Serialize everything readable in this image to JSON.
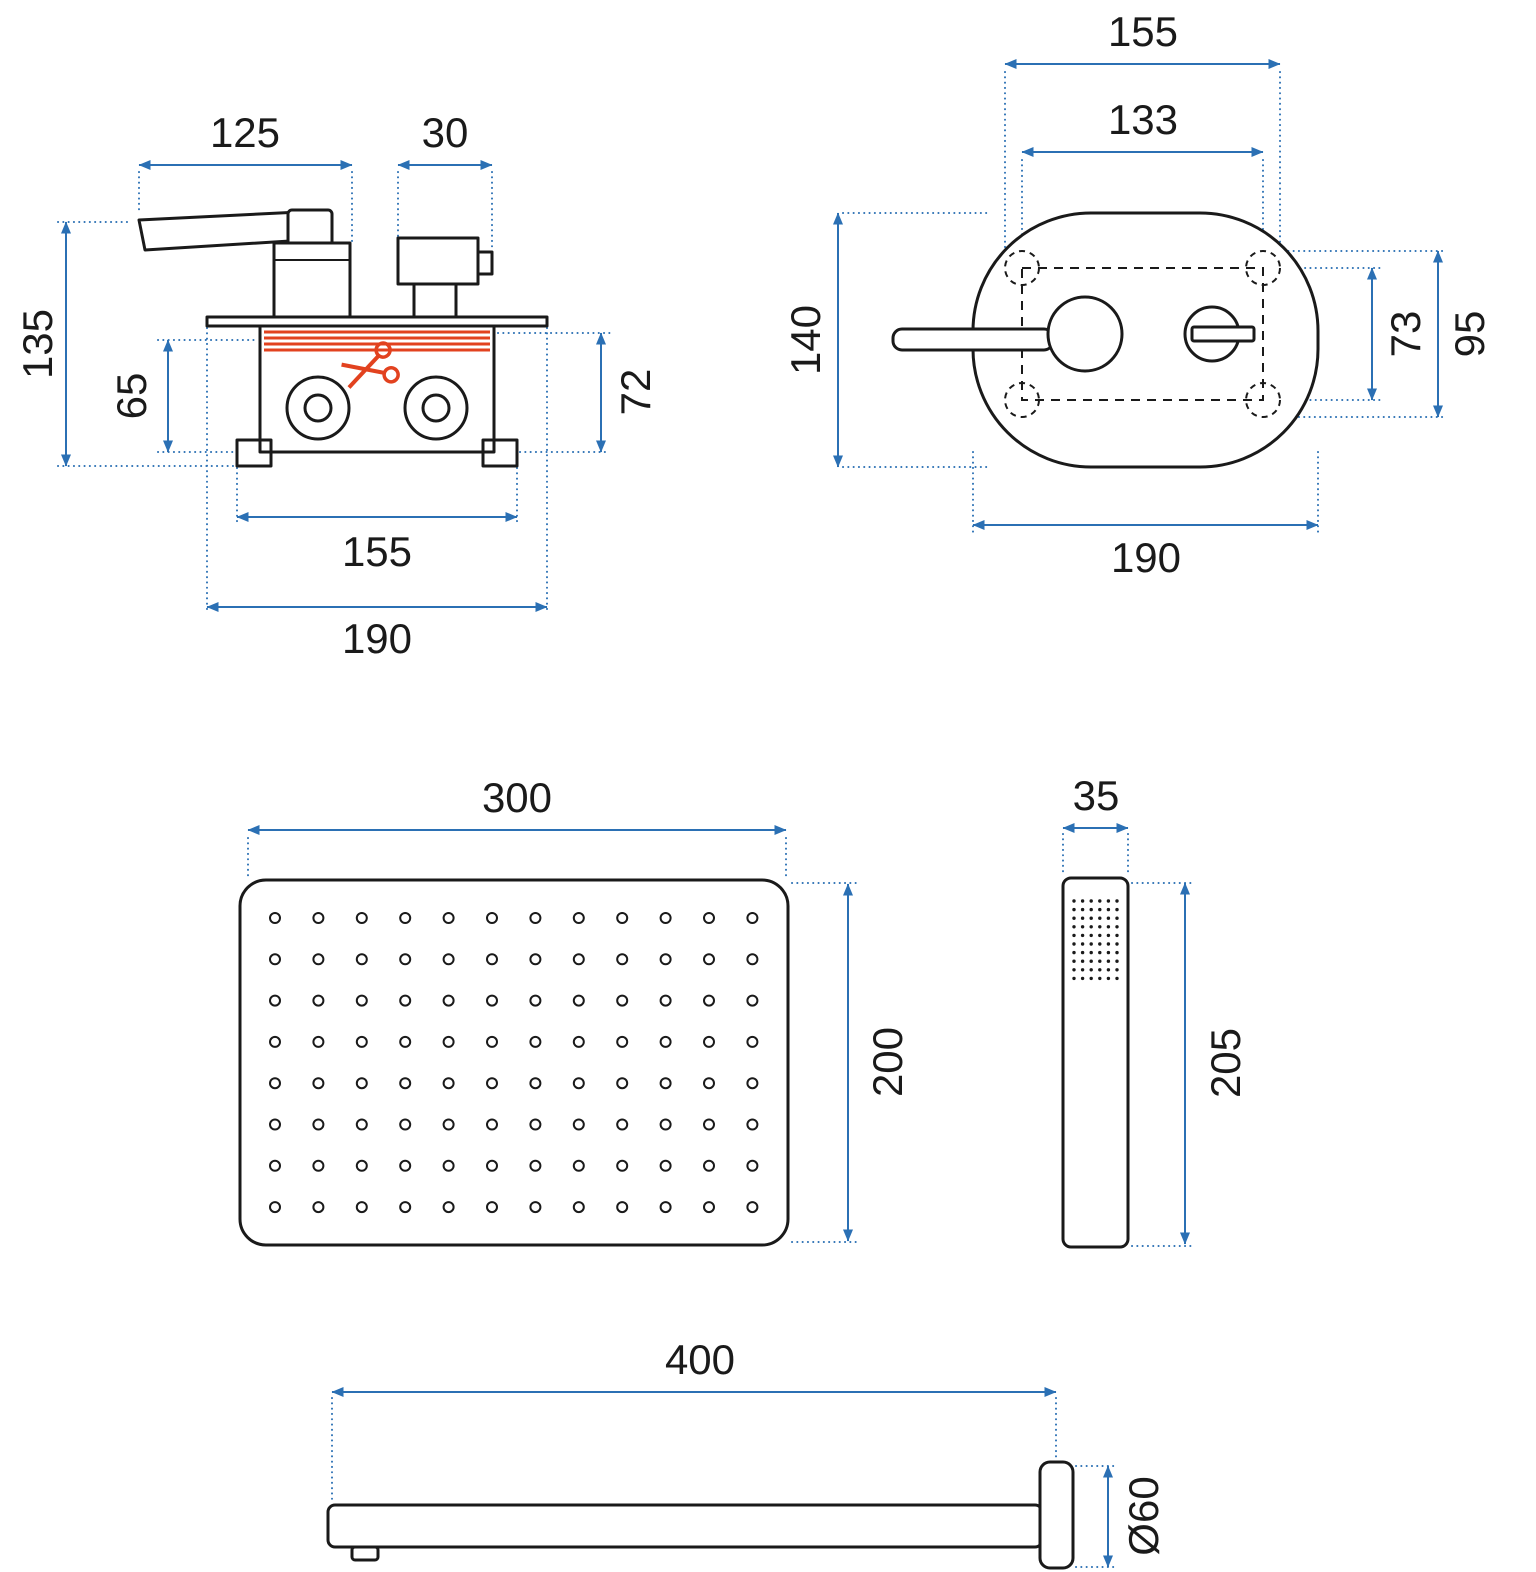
{
  "colors": {
    "dimension_blue": "#2b70b4",
    "line_black": "#1a1a1a",
    "cut_red": "#e2421f",
    "background": "#ffffff"
  },
  "views": {
    "valve_side": {
      "dims": {
        "handle_length": "125",
        "diverter_width": "30",
        "total_height": "135",
        "inner_height": "65",
        "box_height": "72",
        "box_width": "155",
        "overall_width": "190"
      }
    },
    "valve_front": {
      "dims": {
        "mount_width": "155",
        "hole_pitch_width": "133",
        "plate_height": "140",
        "hole_pitch_height": "73",
        "mount_height": "95",
        "plate_width": "190"
      }
    },
    "rain_head": {
      "dims": {
        "width": "300",
        "depth": "200"
      },
      "holes": {
        "cols": 12,
        "rows": 8
      }
    },
    "hand_shower": {
      "dims": {
        "width": "35",
        "length": "205"
      },
      "spray": {
        "cols": 6,
        "rows": 10
      }
    },
    "spout": {
      "dims": {
        "length": "400",
        "diameter": "Ø60"
      }
    }
  }
}
